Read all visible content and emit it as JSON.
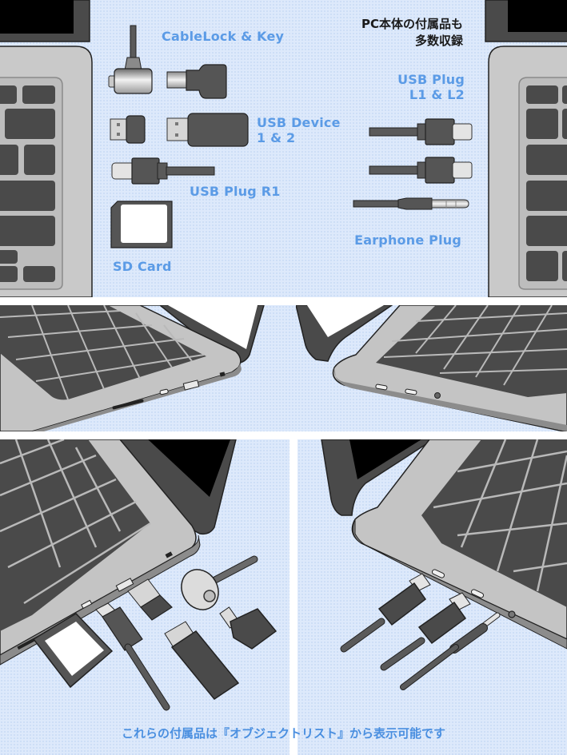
{
  "headline": {
    "line1": "PC本体の付属品も",
    "line2": "多数収録"
  },
  "accessories": {
    "cable_lock": {
      "label": "CableLock & Key"
    },
    "usb_device": {
      "label_line1": "USB Device",
      "label_line2": "1 & 2"
    },
    "usb_plug_r1": {
      "label": "USB Plug R1"
    },
    "sd_card": {
      "label": "SD Card"
    },
    "usb_plug_l": {
      "label_line1": "USB Plug",
      "label_line2": "L1 & L2"
    },
    "earphone_plug": {
      "label": "Earphone Plug"
    }
  },
  "caption": "これらの付属品は『オブジェクトリスト』から表示可能です",
  "colors": {
    "label_blue": "#5b9be6",
    "background_blue": "#dde9fb",
    "laptop_body": "#c8c8c8",
    "key_dark": "#4a4a4a",
    "screen_black": "#000000"
  }
}
